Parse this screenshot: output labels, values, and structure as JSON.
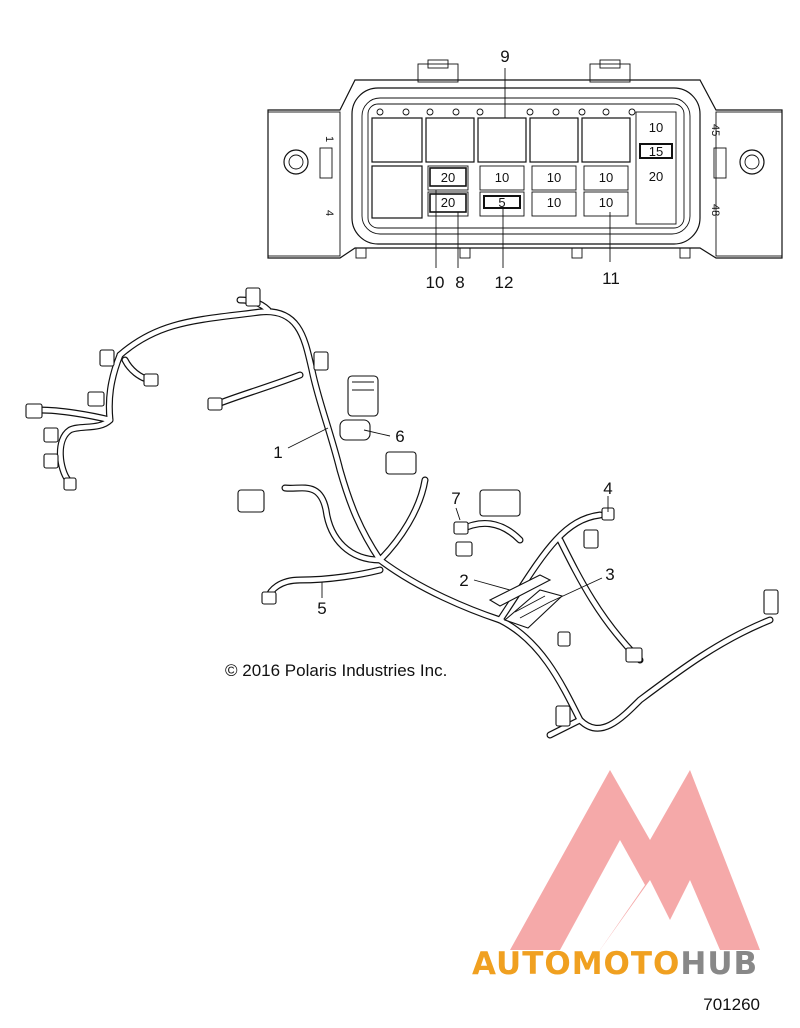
{
  "fuse_box": {
    "top_label": "9",
    "callouts_bottom": [
      "10",
      "8",
      "12",
      "11"
    ],
    "pin_labels": [
      "1",
      "4",
      "45",
      "48"
    ],
    "fuse_row_top": [
      "20",
      "10",
      "10",
      "10"
    ],
    "fuse_row_bottom": [
      "20",
      "5",
      "10",
      "10"
    ],
    "fuse_column_right": [
      "10",
      "15",
      "20"
    ]
  },
  "harness": {
    "callouts": [
      "1",
      "6",
      "7",
      "4",
      "2",
      "3",
      "5"
    ]
  },
  "copyright": "© 2016 Polaris Industries Inc.",
  "watermark": {
    "part1": "AUTOMOTO",
    "part2": "HUB",
    "color_primary": "#f0a020",
    "color_secondary": "#888888",
    "color_logo": "#f26a6a"
  },
  "reference_number": "701260"
}
